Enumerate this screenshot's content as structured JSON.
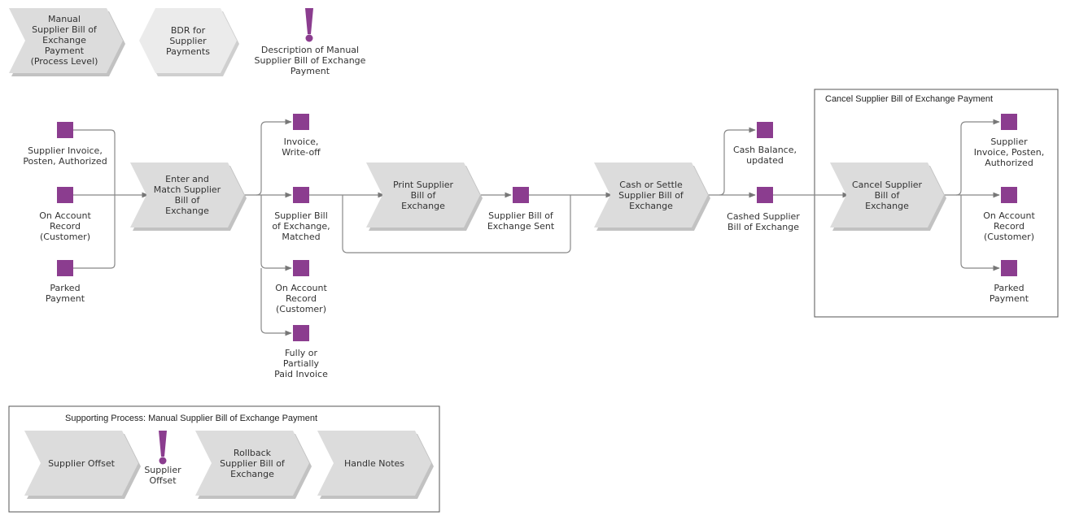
{
  "colors": {
    "step_fill": "#dcdcdc",
    "step_shadow": "#c2c2c2",
    "header_fill": "#ebebeb",
    "event": "#8b3d8f",
    "line": "#888888",
    "frame": "#555555"
  },
  "header": {
    "process_level_step": [
      "Manual",
      "Supplier Bill of",
      "Exchange",
      "Payment",
      "(Process Level)"
    ],
    "bdr_step": [
      "BDR for",
      "Supplier",
      "Payments"
    ],
    "description_note": [
      "Description of Manual",
      "Supplier Bill of Exchange",
      "Payment"
    ]
  },
  "steps": {
    "enter_match": [
      "Enter and",
      "Match Supplier",
      "Bill of",
      "Exchange"
    ],
    "print": [
      "Print Supplier",
      "Bill of",
      "Exchange"
    ],
    "cash_settle": [
      "Cash or Settle",
      "Supplier Bill of",
      "Exchange"
    ],
    "cancel": [
      "Cancel Supplier",
      "Bill of",
      "Exchange"
    ]
  },
  "events": {
    "supplier_invoice": [
      "Supplier Invoice,",
      "Posten, Authorized"
    ],
    "on_account_1": [
      "On Account",
      "Record",
      "(Customer)"
    ],
    "parked_payment_1": [
      "Parked",
      "Payment"
    ],
    "invoice_writeoff": [
      "Invoice,",
      "Write-off"
    ],
    "bill_matched": [
      "Supplier Bill",
      "of Exchange,",
      "Matched"
    ],
    "on_account_2": [
      "On Account",
      "Record",
      "(Customer)"
    ],
    "fully_partially_paid": [
      "Fully or",
      "Partially",
      "Paid Invoice"
    ],
    "bill_sent": [
      "Supplier Bill of",
      "Exchange Sent"
    ],
    "cash_balance": [
      "Cash Balance,",
      "updated"
    ],
    "cashed_bill": [
      "Cashed Supplier",
      "Bill of Exchange"
    ],
    "supplier_invoice_2": [
      "Supplier",
      "Invoice, Posten,",
      "Authorized"
    ],
    "on_account_3": [
      "On Account",
      "Record",
      "(Customer)"
    ],
    "parked_payment_2": [
      "Parked",
      "Payment"
    ]
  },
  "cancel_frame_title": "Cancel Supplier Bill of Exchange Payment",
  "supporting": {
    "title": "Supporting Process: Manual Supplier Bill of Exchange Payment",
    "supplier_offset_step": [
      "Supplier Offset"
    ],
    "supplier_offset_note": [
      "Supplier",
      "Offset"
    ],
    "rollback_step": [
      "Rollback",
      "Supplier Bill of",
      "Exchange"
    ],
    "handle_notes_step": [
      "Handle Notes"
    ]
  }
}
